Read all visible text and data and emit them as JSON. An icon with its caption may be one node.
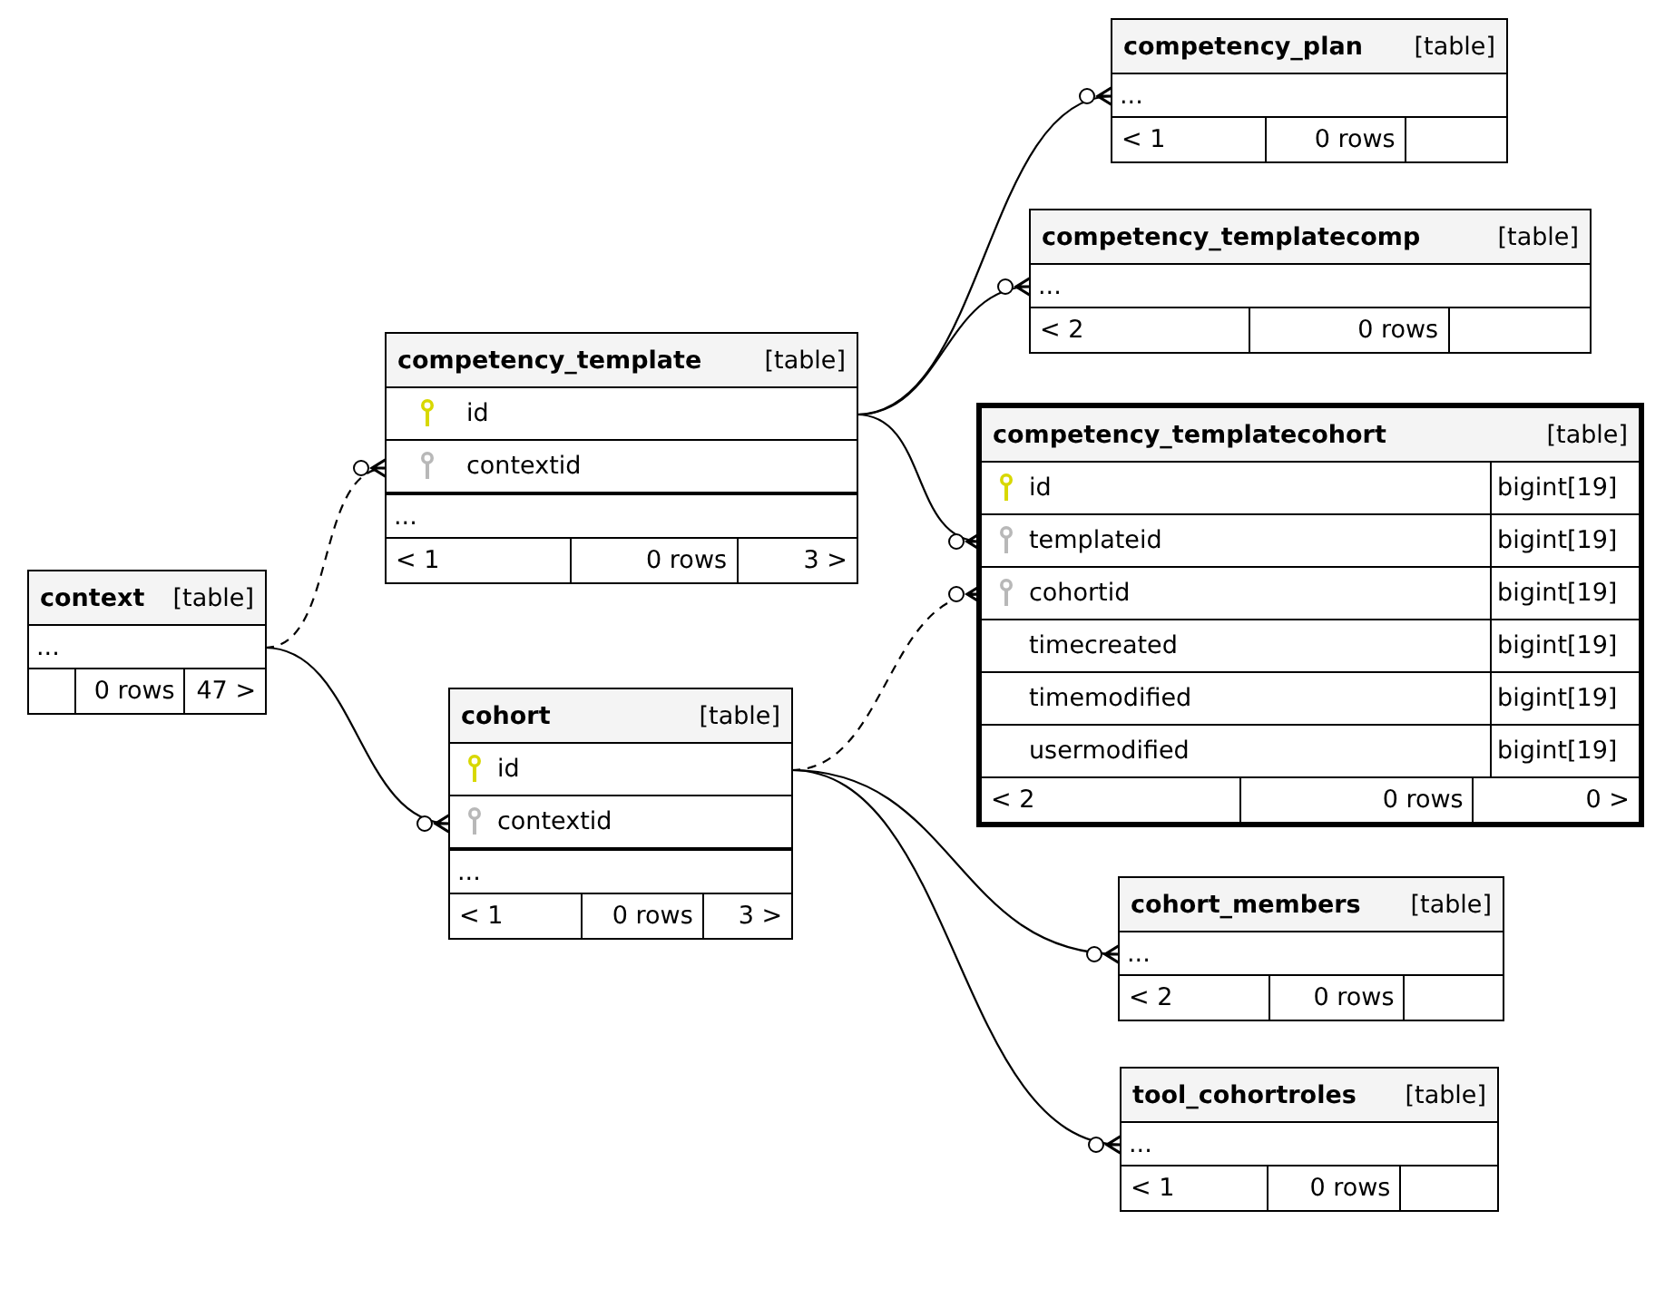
{
  "diagram": {
    "nodes": [
      {
        "text": [
          "competency_plan",
          "[table]"
        ]
      },
      {
        "text": [
          "..."
        ],
        "in": 0
      },
      {
        "text": [
          "< 1",
          "0 rows"
        ],
        "in": 0
      },
      {
        "text": [
          "competency_templatecomp",
          "[table]"
        ]
      },
      {
        "text": [
          "..."
        ],
        "in": 3
      },
      {
        "text": [
          "< 2",
          "0 rows"
        ],
        "in": 3
      },
      {
        "text": [
          "competency_template",
          "[table]"
        ]
      },
      {
        "text": [
          "id"
        ],
        "in": 6
      },
      {
        "text": [
          "contextid"
        ],
        "in": 6
      },
      {
        "text": [
          "..."
        ],
        "in": 6
      },
      {
        "text": [
          "< 1",
          "0 rows",
          "3 >"
        ],
        "in": 6
      },
      {
        "text": [
          "competency_templatecohort",
          "[table]"
        ]
      },
      {
        "text": [
          "id",
          "bigint[19]"
        ],
        "in": 11
      },
      {
        "text": [
          "templateid",
          "bigint[19]"
        ],
        "in": 11
      },
      {
        "text": [
          "cohortid",
          "bigint[19]"
        ],
        "in": 11
      },
      {
        "text": [
          "timecreated",
          "bigint[19]"
        ],
        "in": 11
      },
      {
        "text": [
          "timemodified",
          "bigint[19]"
        ],
        "in": 11
      },
      {
        "text": [
          "usermodified",
          "bigint[19]"
        ],
        "in": 11
      },
      {
        "text": [
          "< 2",
          "0 rows",
          "0 >"
        ],
        "in": 11
      },
      {
        "text": [
          "context",
          "[table]"
        ]
      },
      {
        "text": [
          "..."
        ],
        "in": 19
      },
      {
        "text": [
          "0 rows",
          "47 >"
        ],
        "in": 19
      },
      {
        "text": [
          "cohort",
          "[table]"
        ]
      },
      {
        "text": [
          "id"
        ],
        "in": 22
      },
      {
        "text": [
          "contextid"
        ],
        "in": 22
      },
      {
        "text": [
          "..."
        ],
        "in": 22
      },
      {
        "text": [
          "< 1",
          "0 rows",
          "3 >"
        ],
        "in": 22
      },
      {
        "text": [
          "cohort_members",
          "[table]"
        ]
      },
      {
        "text": [
          "..."
        ],
        "in": 27
      },
      {
        "text": [
          "< 2",
          "0 rows"
        ],
        "in": 27
      },
      {
        "text": [
          "tool_cohortroles",
          "[table]"
        ]
      },
      {
        "text": [
          "..."
        ],
        "in": 30
      },
      {
        "text": [
          "< 1",
          "0 rows"
        ],
        "in": 30
      }
    ],
    "edges": [
      {
        "from": 7,
        "to": 1,
        "arrow": "other"
      },
      {
        "from": 7,
        "to": 4,
        "arrow": "other"
      },
      {
        "from": 7,
        "to": 13,
        "arrow": "other"
      },
      {
        "from": 20,
        "to": 8,
        "arrow": "other",
        "style": "dashed"
      },
      {
        "from": 20,
        "to": 24,
        "arrow": "other"
      },
      {
        "from": 23,
        "to": 14,
        "arrow": "other",
        "style": "dashed"
      },
      {
        "from": 23,
        "to": 28,
        "arrow": "other"
      },
      {
        "from": 23,
        "to": 31,
        "arrow": "other"
      }
    ]
  }
}
